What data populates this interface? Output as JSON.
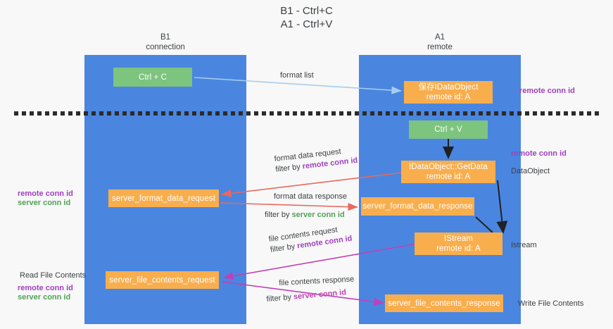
{
  "title": "B1 - Ctrl+C\nA1 - Ctrl+V",
  "lanes": [
    {
      "id": "b1",
      "header": "B1\nconnection",
      "color": "#4a86e0"
    },
    {
      "id": "a1",
      "header": "A1\nremote",
      "color": "#4a86e0"
    }
  ],
  "nodes": {
    "ctrl_c": "Ctrl + C",
    "ctrl_v": "Ctrl + V",
    "idataobject_save": "保存IDataObject\nremote id: A",
    "idataobject_getdata": "IDataObject::GetData\nremote id: A",
    "istream": "IStream\nremote id: A",
    "server_format_data_request": "server_format_data_request",
    "server_format_data_response": "server_format_data_response",
    "server_file_contents_request": "server_file_contents_request",
    "server_file_contents_response": "server_file_contents_response"
  },
  "edge_labels": {
    "format_list": "format list",
    "format_data_request": "format data request",
    "format_data_request_filter_prefix": "filter by ",
    "format_data_request_filter_key": "remote conn id",
    "format_data_response": "format data response",
    "format_data_response_filter_prefix": "filter by ",
    "format_data_response_filter_key": "server conn id",
    "file_contents_request": "file contents request",
    "file_contents_request_filter_prefix": "filter by ",
    "file_contents_request_filter_key": "remote conn id",
    "file_contents_response": "file contents response",
    "file_contents_response_filter_prefix": "filter by ",
    "file_contents_response_filter_key": "server conn id"
  },
  "annotations": {
    "right_remote_conn_id_top": "remote conn id",
    "right_remote_conn_id_mid": "remote conn id",
    "right_dataobject": "DataObject",
    "right_istream": "Istream",
    "right_write_file_contents": "Write File Contents",
    "left_remote_conn_id": "remote conn id",
    "left_server_conn_id": "server conn id",
    "left_read_file_contents": "Read File Contents",
    "left_remote_conn_id_2": "remote conn id",
    "left_server_conn_id_2": "server conn id"
  },
  "colors": {
    "lane": "#4a86e0",
    "node_green": "#7dc47e",
    "node_orange": "#f9ae4d",
    "edge_blue": "#a7cdee",
    "edge_red": "#e8685f",
    "edge_magenta": "#c040b8",
    "edge_black": "#202124",
    "key_purple": "#a03fbf",
    "key_green": "#4fa256",
    "background": "#f8f8f8"
  }
}
